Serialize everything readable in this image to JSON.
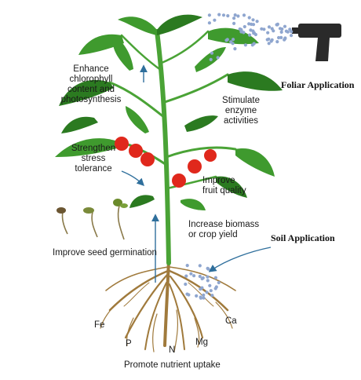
{
  "labels": {
    "foliar_application": "Foliar Application",
    "soil_application": "Soil Application",
    "enhance_chlorophyll": "Enhance\nchlorophyll\ncontent and\nphotosynthesis",
    "stimulate_enzyme": "Stimulate\nenzyme\nactivities",
    "strengthen_stress": "Strengthen\nstress\ntolerance",
    "improve_fruit": "Improve\nfruit quality",
    "increase_biomass": "Increase biomass\nor crop yield",
    "improve_germination": "Improve seed germination",
    "promote_uptake": "Promote nutrient uptake"
  },
  "nutrients": {
    "fe": "Fe",
    "p": "P",
    "n": "N",
    "mg": "Mg",
    "ca": "Ca"
  },
  "colors": {
    "leaf": "#3f9a2e",
    "leaf_dark": "#2b7a20",
    "stem": "#4aa336",
    "fruit": "#e0281c",
    "root": "#a07a3c",
    "arrow": "#2f6f9c",
    "spray_dots": "#8fa6cf",
    "sprayer": "#2a2a2a"
  }
}
